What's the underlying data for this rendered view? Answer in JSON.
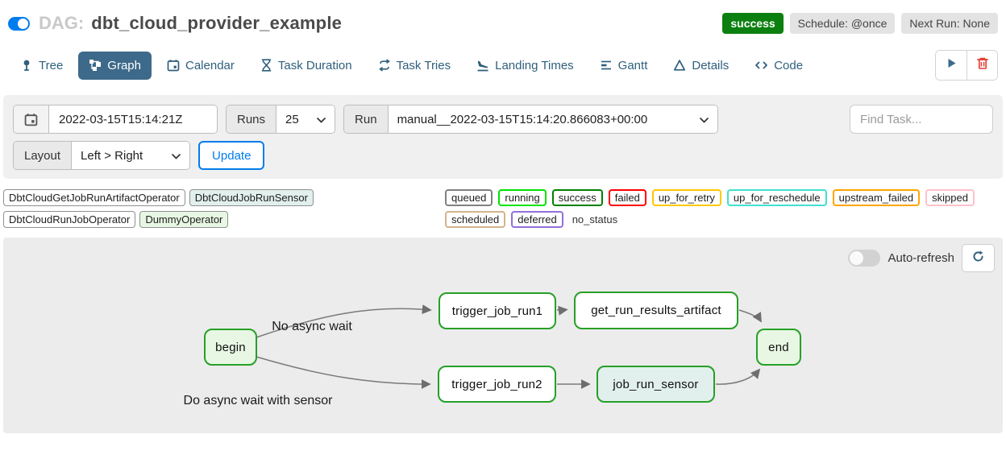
{
  "colors": {
    "accent_blue": "#017cee",
    "tab_blue": "#2f5f7d",
    "active_tab_bg": "#3d6a8a",
    "success_green": "#0b8010",
    "danger_red": "#e43d30",
    "node_border_green": "#27a027"
  },
  "header": {
    "dag_label": "DAG:",
    "dag_title": "dbt_cloud_provider_example",
    "status_badge": "success",
    "schedule_badge": "Schedule: @once",
    "next_run_badge": "Next Run: None"
  },
  "tabs": [
    {
      "label": "Tree",
      "icon": "tree-icon",
      "active": false
    },
    {
      "label": "Graph",
      "icon": "graph-icon",
      "active": true
    },
    {
      "label": "Calendar",
      "icon": "calendar-icon",
      "active": false
    },
    {
      "label": "Task Duration",
      "icon": "hourglass-icon",
      "active": false
    },
    {
      "label": "Task Tries",
      "icon": "repeat-icon",
      "active": false
    },
    {
      "label": "Landing Times",
      "icon": "plane-landing-icon",
      "active": false
    },
    {
      "label": "Gantt",
      "icon": "gantt-bars-icon",
      "active": false
    },
    {
      "label": "Details",
      "icon": "triangle-icon",
      "active": false
    },
    {
      "label": "Code",
      "icon": "code-icon",
      "active": false
    }
  ],
  "filters": {
    "base_date_value": "2022-03-15T15:14:21Z",
    "runs_label": "Runs",
    "runs_value": "25",
    "run_label": "Run",
    "run_value": "manual__2022-03-15T15:14:20.866083+00:00",
    "find_task_placeholder": "Find Task...",
    "layout_label": "Layout",
    "layout_value": "Left > Right",
    "update_button_label": "Update"
  },
  "legend": {
    "operators": [
      {
        "label": "DbtCloudGetJobRunArtifactOperator",
        "fill": "#ffffff"
      },
      {
        "label": "DbtCloudJobRunSensor",
        "fill": "#e1efed"
      },
      {
        "label": "DbtCloudRunJobOperator",
        "fill": "#ffffff"
      },
      {
        "label": "DummyOperator",
        "fill": "#e8f7e4"
      }
    ],
    "statuses": [
      {
        "label": "queued",
        "color": "#808080"
      },
      {
        "label": "running",
        "color": "#00e400"
      },
      {
        "label": "success",
        "color": "#008000"
      },
      {
        "label": "failed",
        "color": "#ff0000"
      },
      {
        "label": "up_for_retry",
        "color": "#ffc800"
      },
      {
        "label": "up_for_reschedule",
        "color": "#40e0d0"
      },
      {
        "label": "upstream_failed",
        "color": "#ffa500"
      },
      {
        "label": "skipped",
        "color": "#ffc0cb"
      },
      {
        "label": "scheduled",
        "color": "#d2b48c"
      },
      {
        "label": "deferred",
        "color": "#9370db"
      }
    ],
    "no_status_label": "no_status"
  },
  "graph_panel": {
    "auto_refresh_label": "Auto-refresh",
    "nodes": [
      {
        "label": "begin",
        "fill": "#e8f7e4"
      },
      {
        "label": "trigger_job_run1",
        "fill": "#ffffff"
      },
      {
        "label": "get_run_results_artifact",
        "fill": "#ffffff"
      },
      {
        "label": "end",
        "fill": "#e8f7e4"
      },
      {
        "label": "trigger_job_run2",
        "fill": "#ffffff"
      },
      {
        "label": "job_run_sensor",
        "fill": "#e1efed"
      }
    ],
    "edge_labels": [
      {
        "text": "No async wait"
      },
      {
        "text": "Do async wait with sensor"
      }
    ]
  }
}
